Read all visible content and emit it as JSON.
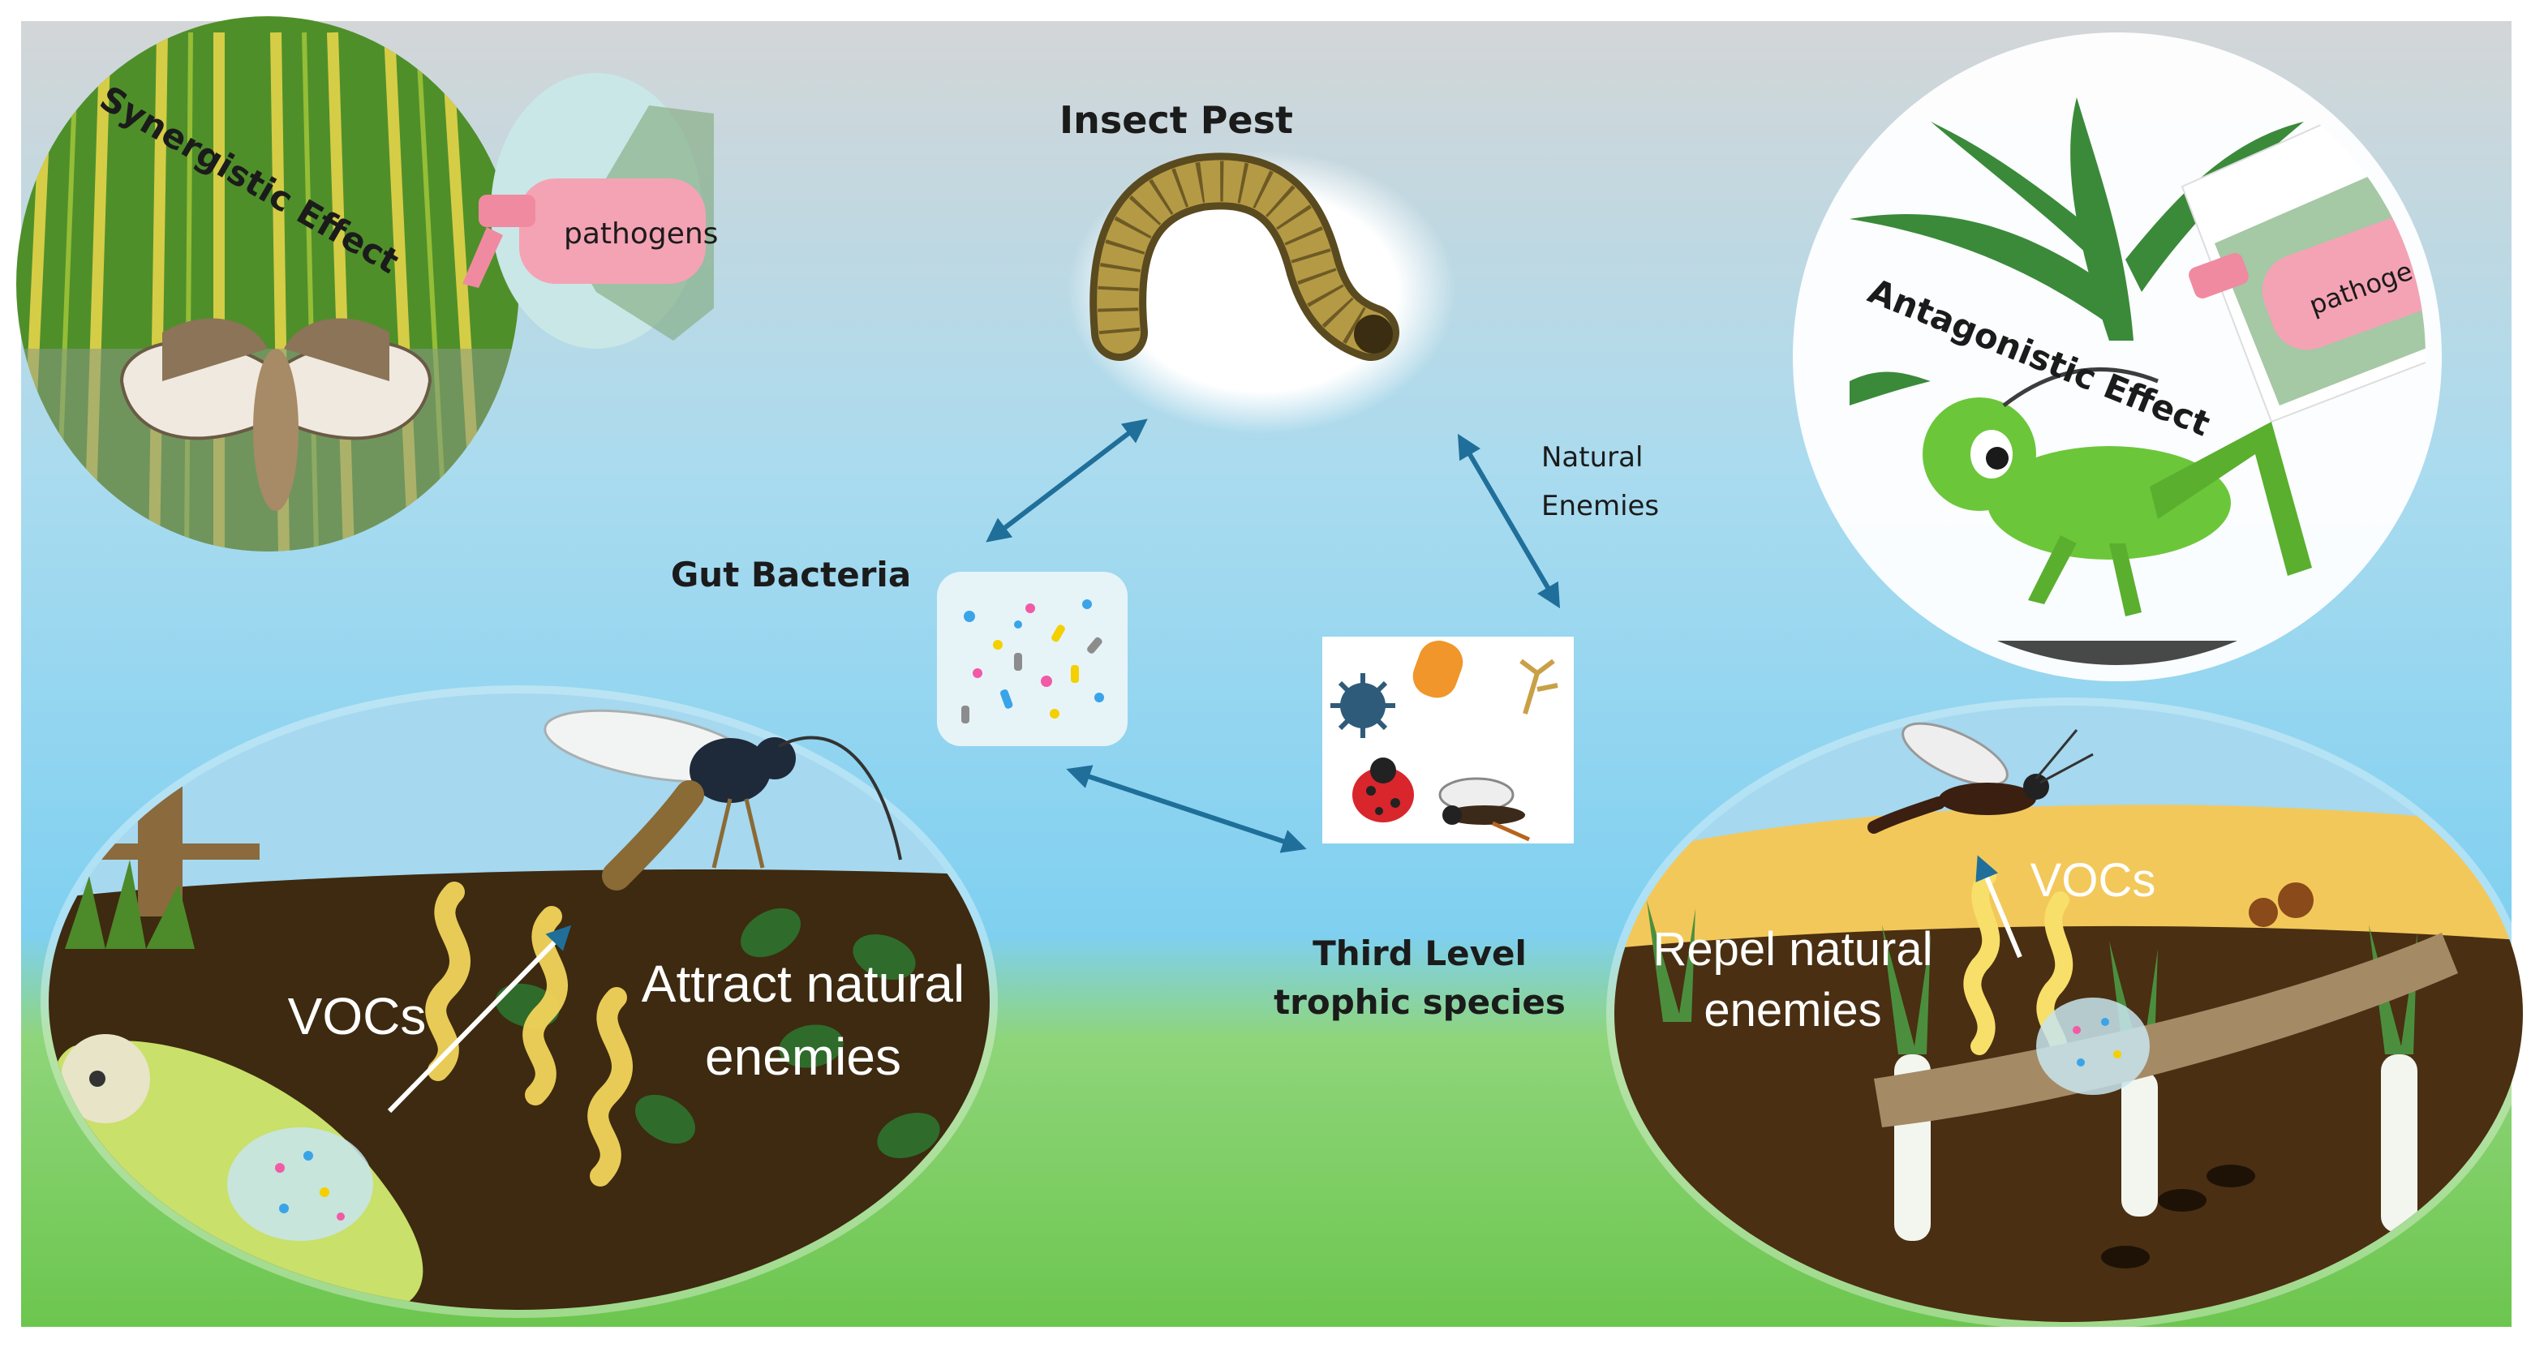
{
  "labels": {
    "insect_pest": "Insect Pest",
    "gut_bacteria": "Gut Bacteria",
    "natural_enemies_line1": "Natural",
    "natural_enemies_line2": "Enemies",
    "third_level_line1": "Third Level",
    "third_level_line2": "trophic species",
    "synergistic_effect": "Synergistic Effect",
    "antagonistic_effect": "Antagonistic Effect",
    "pathogens": "pathogens",
    "vocs": "VOCs",
    "attract_line1": "Attract natural",
    "attract_line2": "enemies",
    "repel_line1": "Repel natural",
    "repel_line2": "enemies"
  },
  "colors": {
    "sky_top": "#cfd4d6",
    "sky_bottom": "#79cdef",
    "grass": "#7fcf5a",
    "arrow": "#1f6f9a",
    "soil": "#4a2f12",
    "sand": "#f3c85a",
    "spray_bottle": "#f4a3b4",
    "grasshopper": "#6cc63a"
  },
  "icons": [
    "caterpillar-icon",
    "moth-icon",
    "grasshopper-icon",
    "wasp-icon",
    "ladybug-icon",
    "spray-bottle-icon",
    "corn-plant-icon",
    "bacteria-dots-icon",
    "virus-icon",
    "fungus-icon"
  ]
}
